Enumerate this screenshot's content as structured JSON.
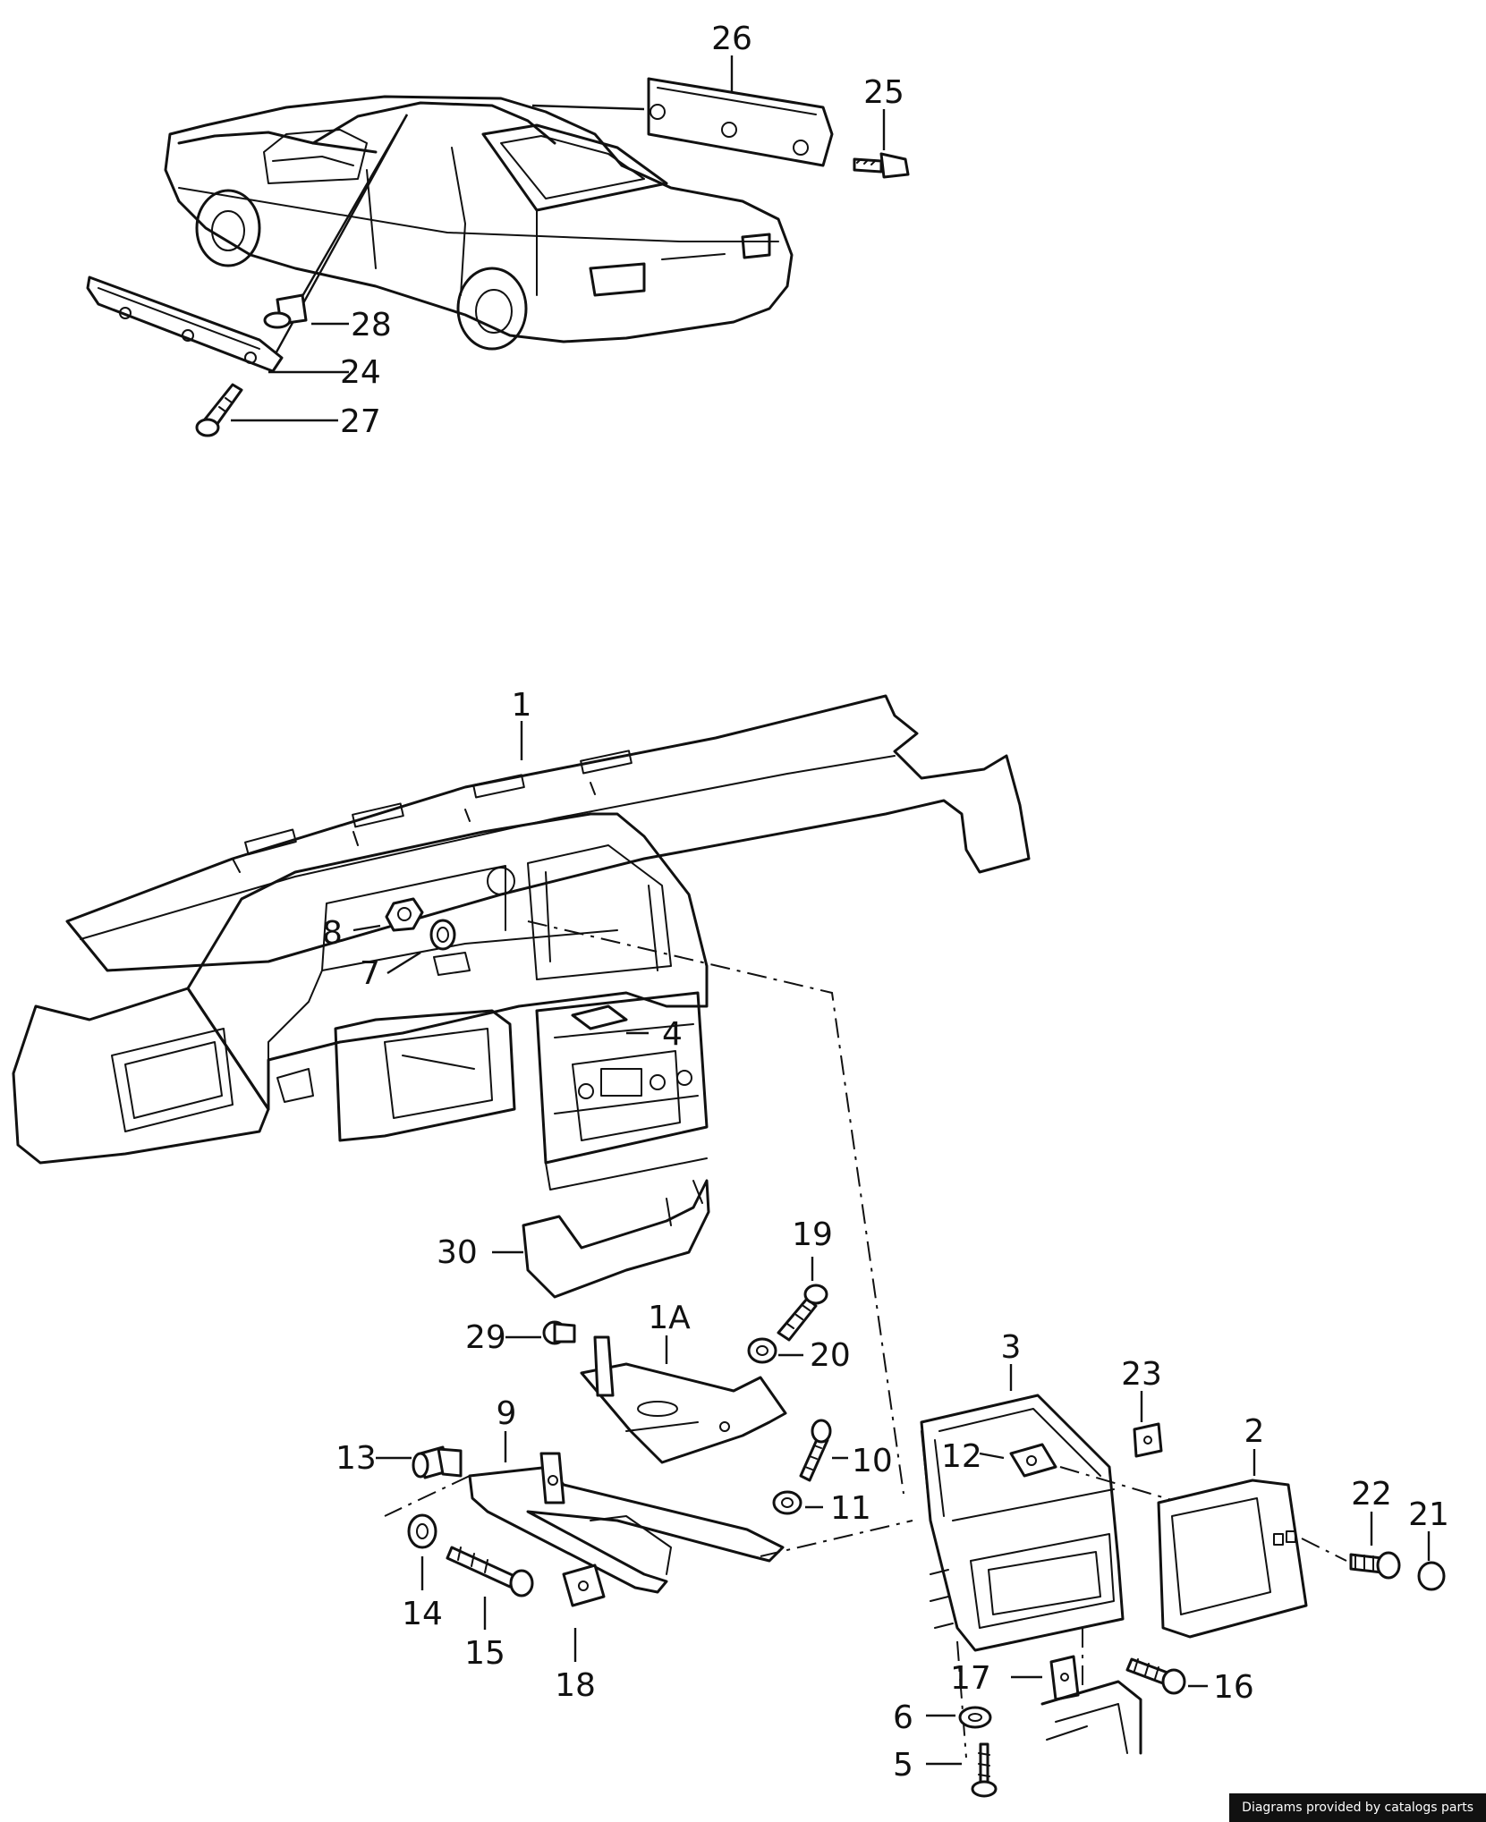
{
  "credit": "Diagrams provided by catalogs parts",
  "callouts": {
    "p26": "26",
    "p25": "25",
    "p28": "28",
    "p24": "24",
    "p27": "27",
    "p1": "1",
    "p8": "8",
    "p7": "7",
    "p4": "4",
    "p30": "30",
    "p19": "19",
    "p29": "29",
    "p1a": "1A",
    "p20": "20",
    "p3": "3",
    "p23": "23",
    "p13": "13",
    "p9": "9",
    "p12": "12",
    "p10": "10",
    "p2": "2",
    "p11": "11",
    "p22": "22",
    "p21": "21",
    "p14": "14",
    "p15": "15",
    "p18": "18",
    "p17": "17",
    "p16": "16",
    "p6": "6",
    "p5": "5"
  }
}
